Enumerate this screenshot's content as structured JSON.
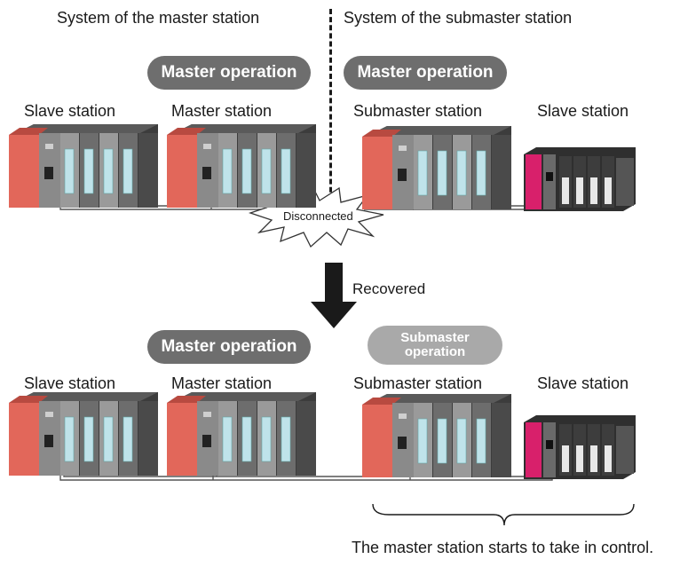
{
  "header": {
    "left_system": "System of the master station",
    "right_system": "System of the submaster station"
  },
  "top": {
    "badge_left": "Master operation",
    "badge_right": "Master operation",
    "labels": [
      "Slave station",
      "Master station",
      "Submaster station",
      "Slave station"
    ],
    "burst_label": "Disconnected"
  },
  "transition": {
    "label": "Recovered"
  },
  "bottom": {
    "badge_left": "Master operation",
    "badge_right_line1": "Submaster",
    "badge_right_line2": "operation",
    "labels": [
      "Slave station",
      "Master station",
      "Submaster station",
      "Slave station"
    ],
    "caption": "The master station starts to take in control."
  },
  "colors": {
    "badge_dark": "#6e6e6e",
    "badge_light": "#a9a9a9",
    "power_supply": "#e2675a",
    "compact_module": "#d8206b"
  }
}
